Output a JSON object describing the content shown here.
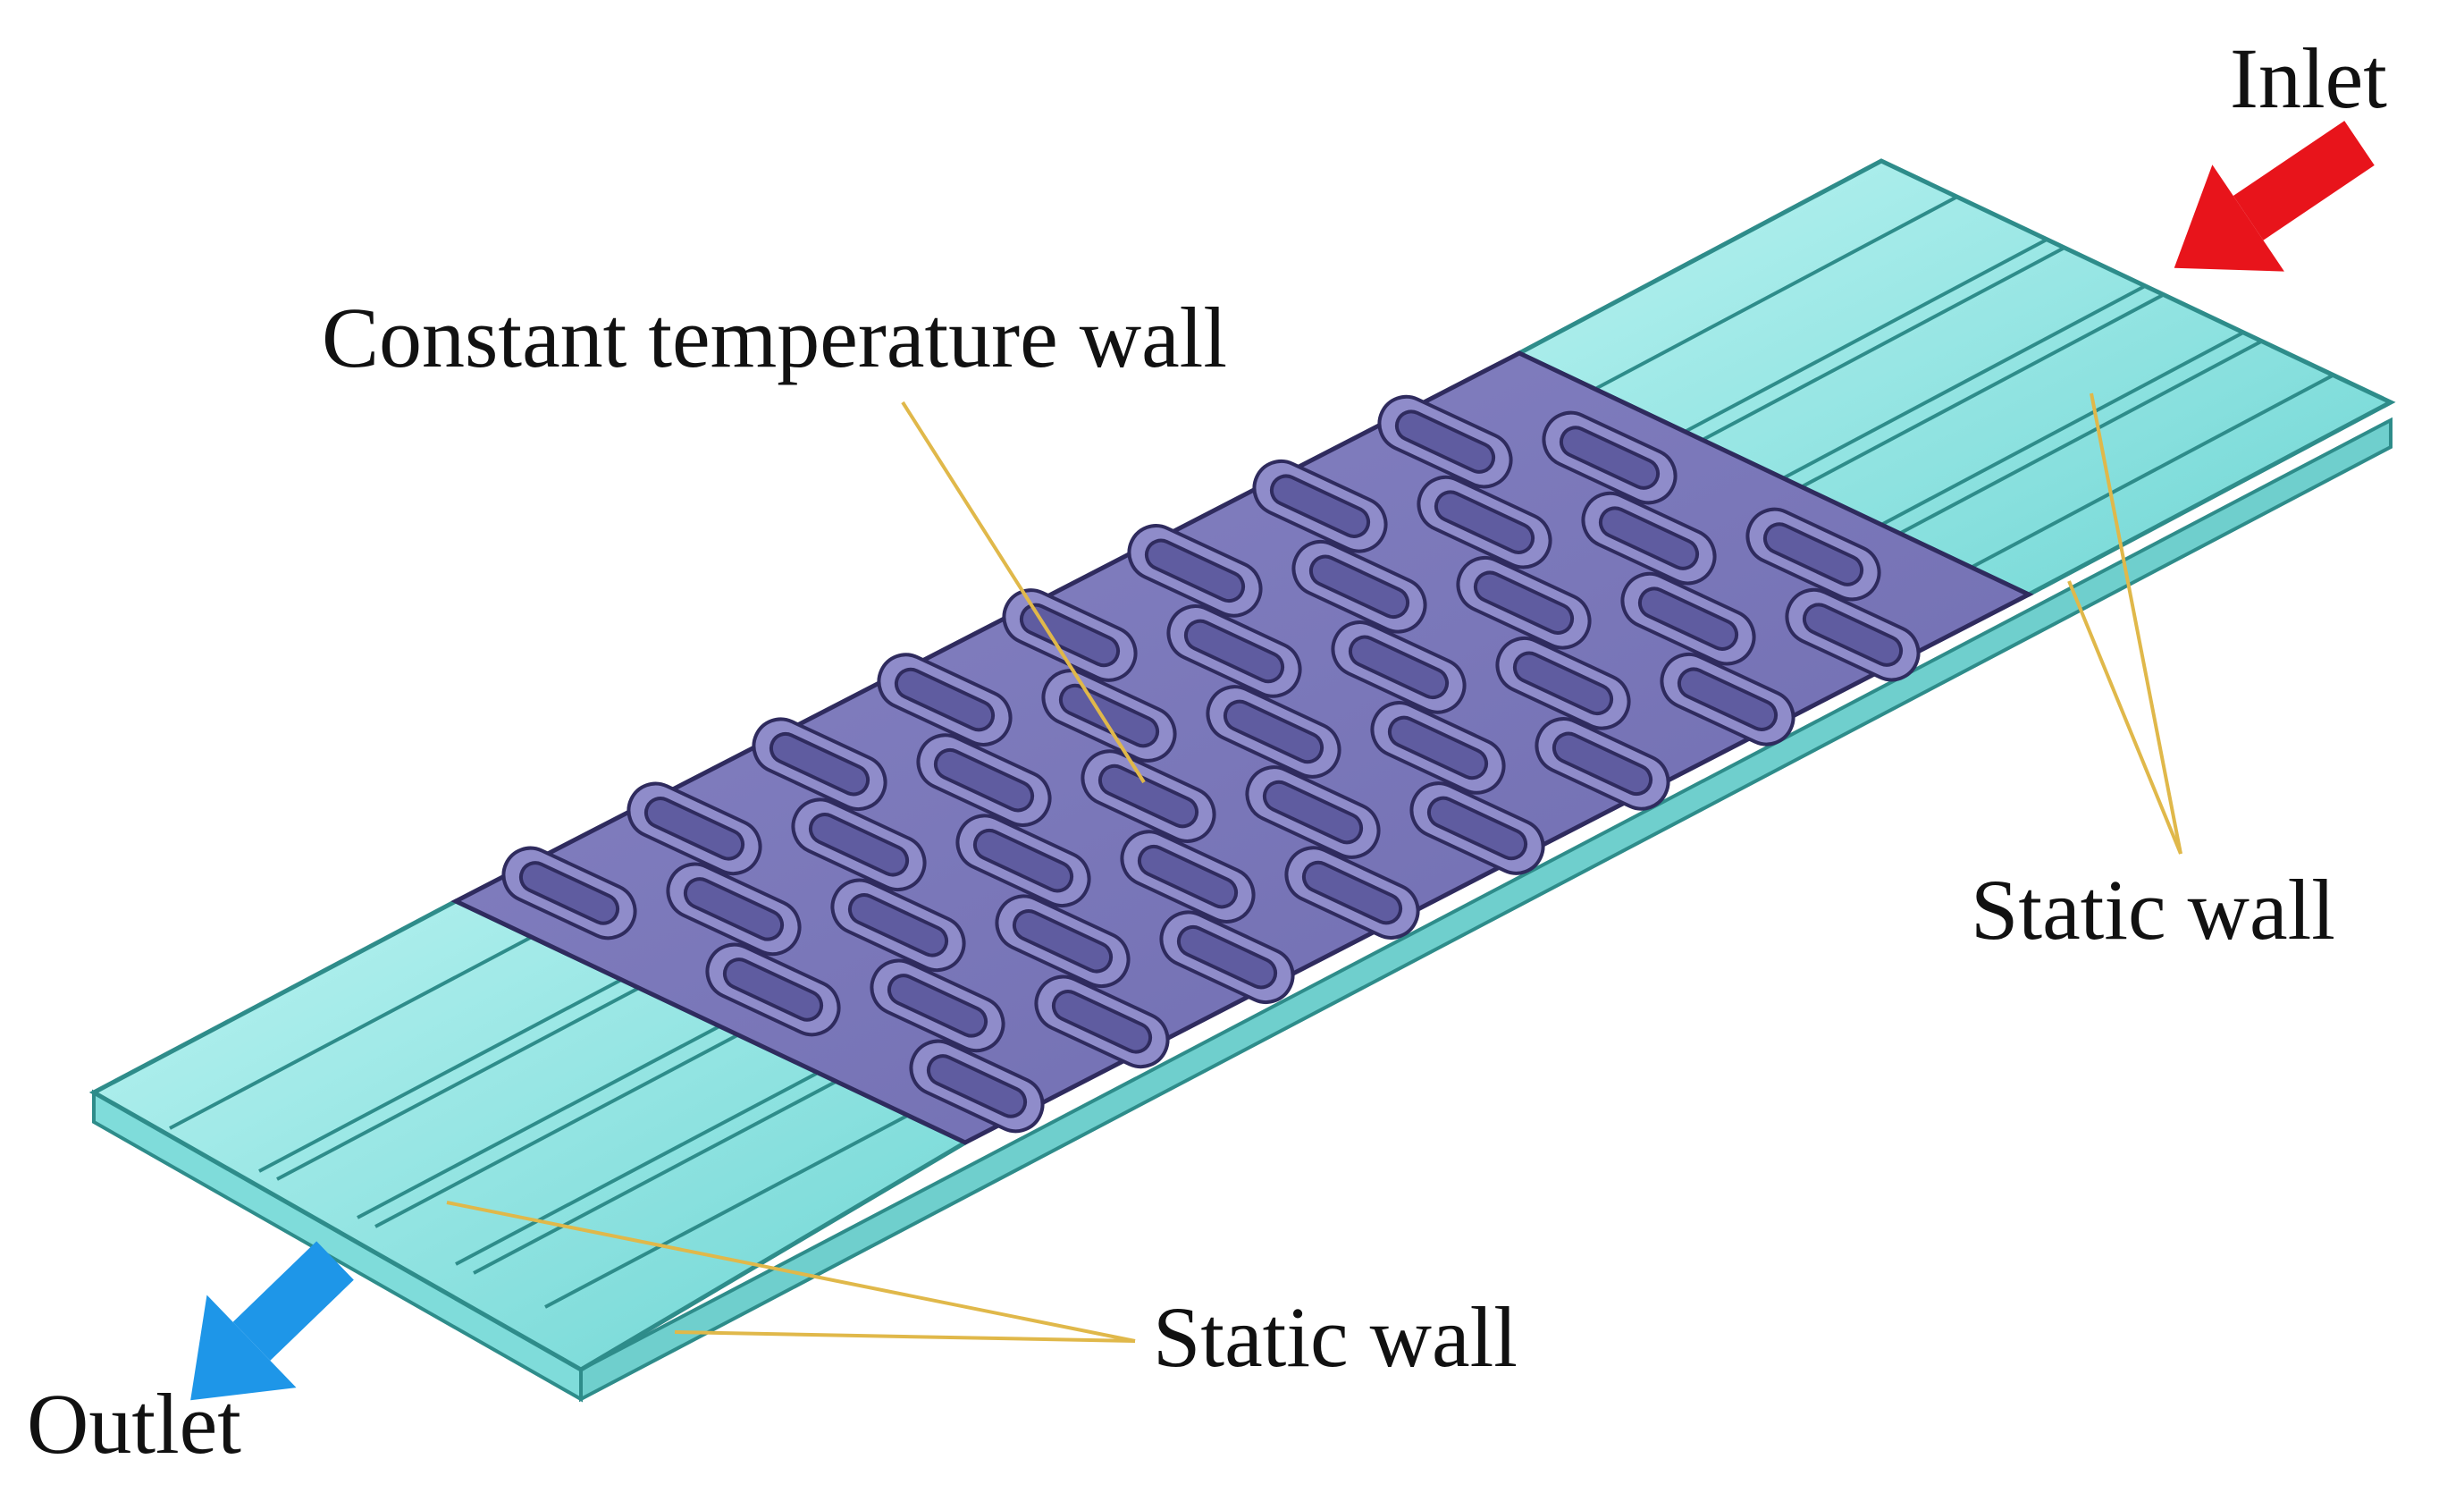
{
  "labels": {
    "inlet": "Inlet",
    "outlet": "Outlet",
    "constant_temperature_wall": "Constant temperature wall",
    "static_wall_right": "Static wall",
    "static_wall_bottom": "Static wall"
  },
  "colors": {
    "static_wall": "#8fe8e6",
    "static_wall_edge": "#2e8c8a",
    "constant_temperature_wall": "#7b78b8",
    "dimple_edge": "#2f2b5e",
    "inlet_arrow": "#e8141b",
    "outlet_arrow": "#1e96e8",
    "leader_line": "#e0b84a"
  },
  "icons": {
    "inlet_arrow": "arrow-down-left",
    "outlet_arrow": "arrow-down-left"
  }
}
